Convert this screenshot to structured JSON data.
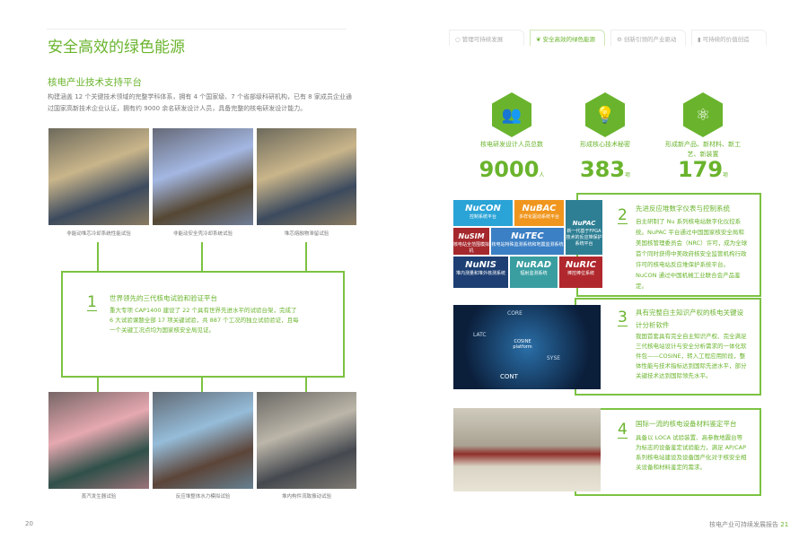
{
  "page_title": "安全高效的绿色能源",
  "tabs": [
    {
      "label": "管理可持续发展",
      "icon": "circle-icon"
    },
    {
      "label": "安全高效的绿色能源",
      "icon": "leaf-icon"
    },
    {
      "label": "创新引领的产业驱动",
      "icon": "gears-icon"
    },
    {
      "label": "可持续的价值创造",
      "icon": "bar-chart-icon"
    }
  ],
  "section_title": "核电产业技术支持平台",
  "intro": "构建涵盖 12 个关键技术领域的完整学科体系，拥有 4 个国家级、7 个省部级科研机构，已有 8 家成员企业通过国家高新技术企业认证，拥有约 9000 余名研发设计人员，具备完整的核电研发设计能力。",
  "top_photos": [
    "非能动堆芯冷却系统性能试验",
    "非能动安全壳冷却系统试验",
    "堆芯熔融物滞留试验"
  ],
  "bottom_photos": [
    "蒸汽发生器试验",
    "反应堆整体水力模拟试验",
    "堆内构件流致振动试验"
  ],
  "platforms": [
    {
      "num": "1",
      "title": "世界领先的三代核电试验和验证平台",
      "body": "重大专项 CAP1400 建设了 22 个具有世界先进水平的试验台架，完成了 6 大试验课题全部 17 项关键试验，共 887 个工况的独立试验验证，且每一个关键工况点均为国家核安全局见证。"
    },
    {
      "num": "2",
      "title": "先进反应堆数字仪表与控制系统",
      "body": "自主研制了 Nu 系列核电站数字化仪控系统。NuPAC 平台通过中国国家核安全局和美国核管理委员会（NRC）许可，成为全球首个同时获得中美政府核安全监管机构行政许可的核电站反应堆保护系统平台。NuCON 通过中国机械工业联合会产品鉴定。"
    },
    {
      "num": "3",
      "title": "具有完整自主知识产权的核电关键设计分析软件",
      "body": "我国首套具有完全自主知识产权、完全满足三代核电站设计与安全分析需求的一体化软件包——COSINE，转入工程应用阶段，整体性能与技术指标达到国际先进水平，部分关键技术达到国际领先水平。"
    },
    {
      "num": "4",
      "title": "国际一流的核电设备材料鉴定平台",
      "body": "具备以 LOCA 试验装置、高参数地震台等为标志的设备鉴定试验能力，满足 AP/CAP 系列核电站建设及设备国产化对于核安全相关设备和材料鉴定的需求。"
    }
  ],
  "stats": [
    {
      "label": "核电研发设计人员总数",
      "value": "9000",
      "unit": "人",
      "icon": "people-icon"
    },
    {
      "label": "形成核心技术秘密",
      "value": "383",
      "unit": "项",
      "icon": "lightbulb-icon"
    },
    {
      "label": "形成新产品、新材料、新工艺、新装置",
      "value": "179",
      "unit": "项",
      "icon": "atom-icon"
    }
  ],
  "products": [
    {
      "name": "NuCON",
      "desc": "控制系统平台"
    },
    {
      "name": "NuBAC",
      "desc": "多样化驱动系统平台"
    },
    {
      "name": "NuPAC",
      "desc": "新一代基于FPGA技术的反应堆保护系统平台"
    },
    {
      "name": "NuSIM",
      "desc": "核电站全范围模拟机"
    },
    {
      "name": "NuTEC",
      "desc": "核电站特殊监测系统和地震监测系统"
    },
    {
      "name": "NuNIS",
      "desc": "堆内测量和堆外核测系统"
    },
    {
      "name": "NuRAD",
      "desc": "辐射监测系统"
    },
    {
      "name": "NuRIC",
      "desc": "棒控棒位系统"
    }
  ],
  "software_labels": [
    "CONT",
    "LATC",
    "COSINE platform",
    "SYSE",
    "CORE"
  ],
  "footer": {
    "left_page": "20",
    "right_text": "核电产业可持续发展报告",
    "right_page": "21"
  }
}
